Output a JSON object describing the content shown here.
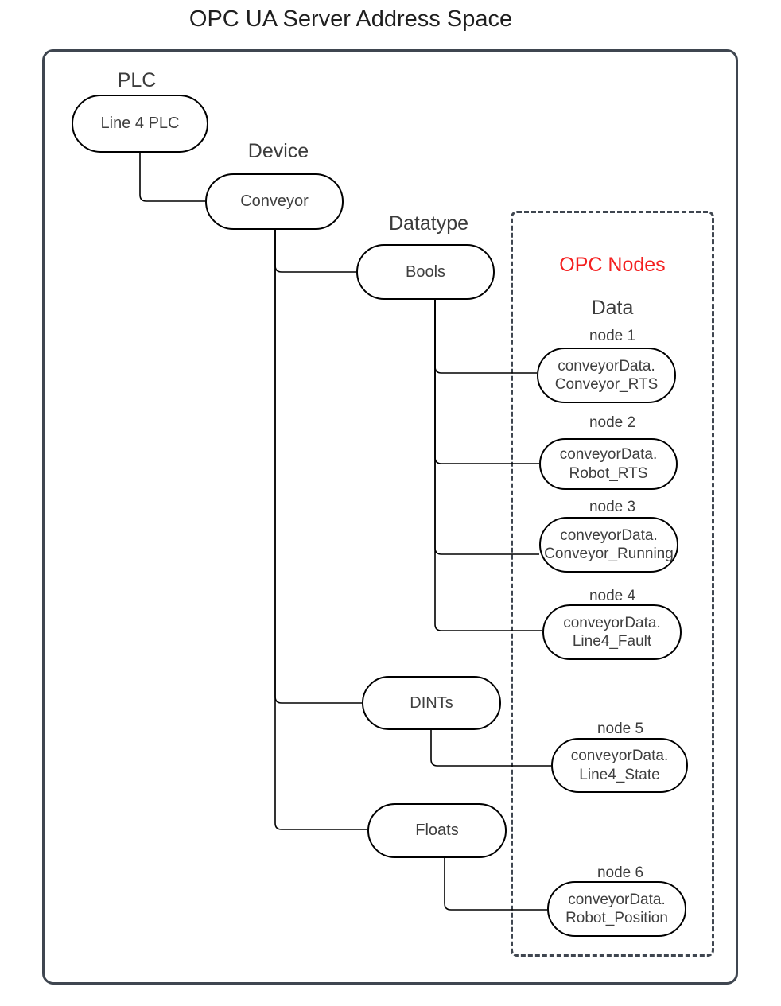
{
  "title": "OPC UA Server Address Space",
  "headings": {
    "plc": "PLC",
    "device": "Device",
    "datatype": "Datatype",
    "opc": "OPC Nodes",
    "data": "Data"
  },
  "tree_nodes": {
    "plc": "Line 4 PLC",
    "device": "Conveyor",
    "bools": "Bools",
    "dints": "DINTs",
    "floats": "Floats"
  },
  "opc_nodes": [
    {
      "caption": "node 1",
      "line1": "conveyorData.",
      "line2": "Conveyor_RTS"
    },
    {
      "caption": "node 2",
      "line1": "conveyorData.",
      "line2": "Robot_RTS"
    },
    {
      "caption": "node 3",
      "line1": "conveyorData.",
      "line2": "Conveyor_Running"
    },
    {
      "caption": "node 4",
      "line1": "conveyorData.",
      "line2": "Line4_Fault"
    },
    {
      "caption": "node 5",
      "line1": "conveyorData.",
      "line2": "Line4_State"
    },
    {
      "caption": "node 6",
      "line1": "conveyorData.",
      "line2": "Robot_Position"
    }
  ],
  "colors": {
    "accent-red": "#f42020",
    "border-dark": "#3f4650",
    "pill-stroke": "#000000"
  }
}
